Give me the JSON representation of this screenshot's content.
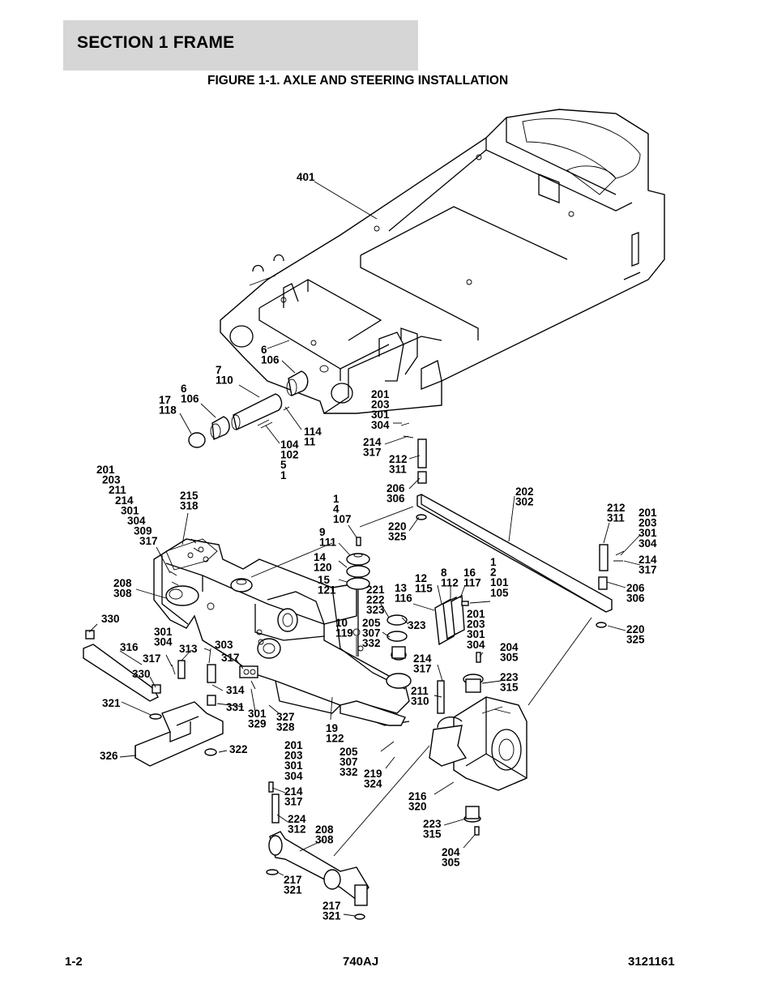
{
  "header": {
    "section_title": "SECTION 1  FRAME"
  },
  "figure": {
    "title": "FIGURE 1-1. AXLE AND STEERING INSTALLATION"
  },
  "callouts": [
    "401",
    "6\n106",
    "7\n110",
    "6\n106",
    "17\n118",
    "114\n11",
    "104\n102\n5\n1",
    "201\n203\n301\n304",
    "214\n317",
    "212\n311",
    "206\n306",
    "220\n325",
    "202\n302",
    "212\n311",
    "201\n203\n301\n304",
    "214\n317",
    "206\n306",
    "220\n325",
    "201\n203\n211\n214\n301\n304\n309\n317",
    "215\n318",
    "1\n4\n107",
    "9\n111",
    "14\n120",
    "15\n121",
    "221\n222\n323",
    "323",
    "205\n307\n332",
    "13\n116",
    "12\n115",
    "8\n112",
    "16\n117",
    "1\n2\n101\n105",
    "201\n203\n301\n304",
    "10\n119",
    "208\n308",
    "330",
    "301\n304",
    "316",
    "317",
    "313",
    "303",
    "317",
    "330",
    "321",
    "314",
    "331",
    "301\n329",
    "327\n328",
    "19\n122",
    "326",
    "322",
    "214\n317",
    "211\n310",
    "204\n305",
    "223\n315",
    "205\n307\n332",
    "219\n324",
    "201\n203\n301\n304",
    "214\n317",
    "224\n312",
    "208\n308",
    "217\n321",
    "217\n321",
    "216\n320",
    "223\n315",
    "204\n305"
  ],
  "footer": {
    "page": "1-2",
    "model": "740AJ",
    "doc_number": "3121161"
  }
}
